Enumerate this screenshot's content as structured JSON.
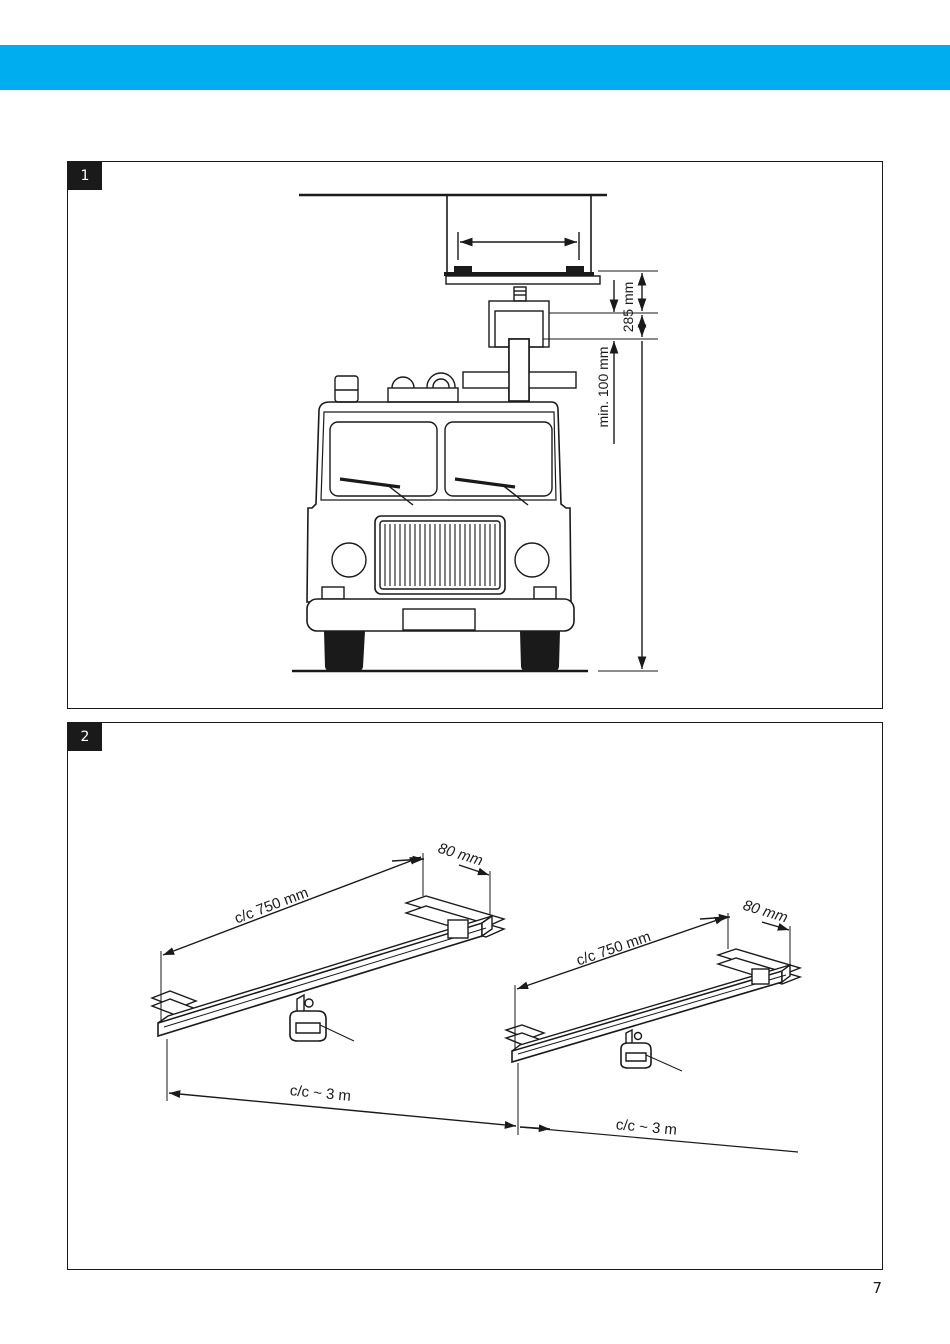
{
  "colors": {
    "band": "#00AEEF",
    "ink": "#1a1a1a"
  },
  "figure1": {
    "number": "1",
    "dim_285": "285 mm",
    "dim_min100": "min. 100 mm"
  },
  "figure2": {
    "number": "2",
    "left": {
      "cc_rail": "c/c 750 mm",
      "width": "80 mm",
      "cc_span": "c/c ~ 3 m"
    },
    "right": {
      "cc_rail": "c/c 750 mm",
      "width": "80 mm",
      "cc_span": "c/c ~ 3 m"
    }
  },
  "page_number": "7"
}
